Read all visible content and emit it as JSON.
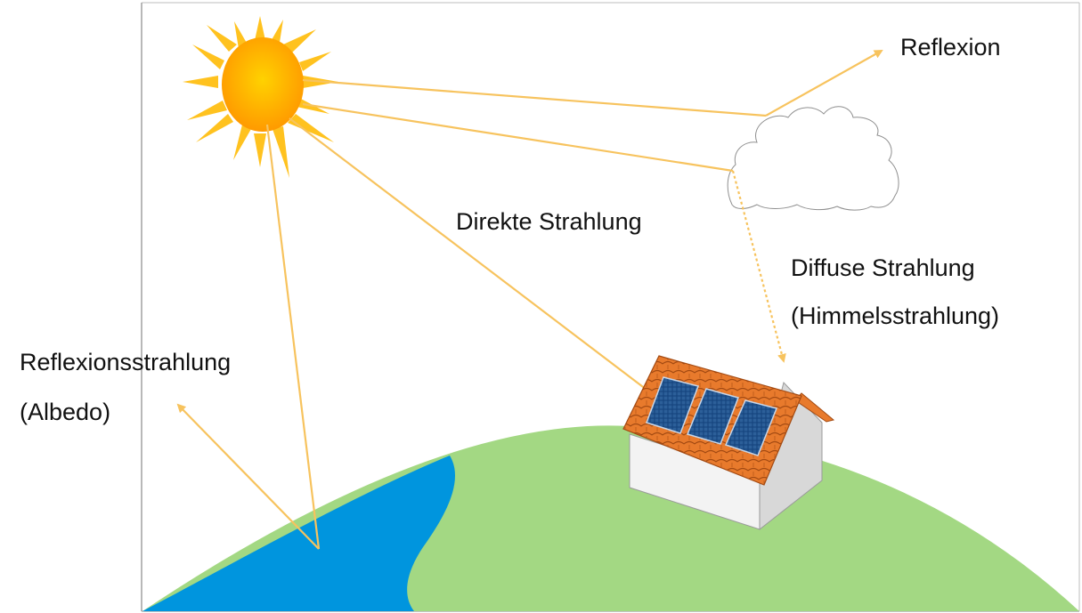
{
  "labels": {
    "reflexion": "Reflexion",
    "direct": "Direkte Strahlung",
    "diffuse_line1": "Diffuse Strahlung",
    "diffuse_line2": "(Himmelsstrahlung)",
    "albedo_line1": "Reflexionsstrahlung",
    "albedo_line2": "(Albedo)"
  },
  "colors": {
    "ray": "#f7c35e",
    "sun_core": "#ffb300",
    "sun_rays": "#ffc21f",
    "grass": "#a3d883",
    "water": "#0095de",
    "roof_tile": "#e87a2c",
    "solar_panel": "#16457f",
    "house_wall": "#f1f1f1"
  },
  "icons": {
    "sun": "sun-icon",
    "cloud": "cloud-icon",
    "house": "house-icon"
  }
}
